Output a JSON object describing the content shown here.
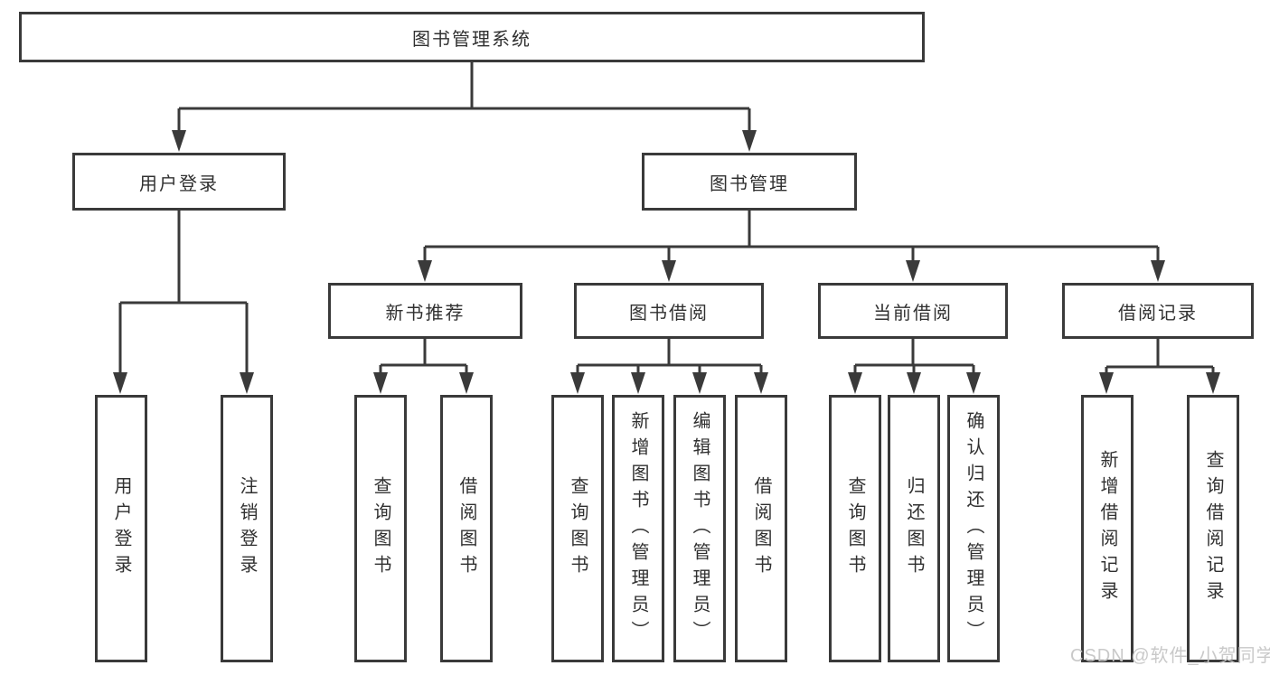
{
  "diagram": {
    "root": {
      "label": "图书管理系统"
    },
    "level2": [
      {
        "label": "用户登录"
      },
      {
        "label": "图书管理"
      }
    ],
    "level3": [
      {
        "label": "新书推荐"
      },
      {
        "label": "图书借阅"
      },
      {
        "label": "当前借阅"
      },
      {
        "label": "借阅记录"
      }
    ],
    "leaves": [
      {
        "label": "用户登录",
        "parent": "用户登录"
      },
      {
        "label": "注销登录",
        "parent": "用户登录"
      },
      {
        "label": "查询图书",
        "parent": "新书推荐"
      },
      {
        "label": "借阅图书",
        "parent": "新书推荐"
      },
      {
        "label": "查询图书",
        "parent": "图书借阅"
      },
      {
        "label": "新增图书（管理员）",
        "parent": "图书借阅"
      },
      {
        "label": "编辑图书（管理员）",
        "parent": "图书借阅"
      },
      {
        "label": "借阅图书",
        "parent": "图书借阅"
      },
      {
        "label": "查询图书",
        "parent": "当前借阅"
      },
      {
        "label": "归还图书",
        "parent": "当前借阅"
      },
      {
        "label": "确认归还（管理员）",
        "parent": "当前借阅"
      },
      {
        "label": "新增借阅记录",
        "parent": "借阅记录"
      },
      {
        "label": "查询借阅记录",
        "parent": "借阅记录"
      }
    ]
  },
  "watermark": "CSDN @软件_小贺同学",
  "colors": {
    "line": "#3a3a3a",
    "box_border": "#3a3a3a",
    "box_fill": "#ffffff",
    "text": "#303030",
    "watermark": "#c6c6c6",
    "background": "#ffffff"
  }
}
